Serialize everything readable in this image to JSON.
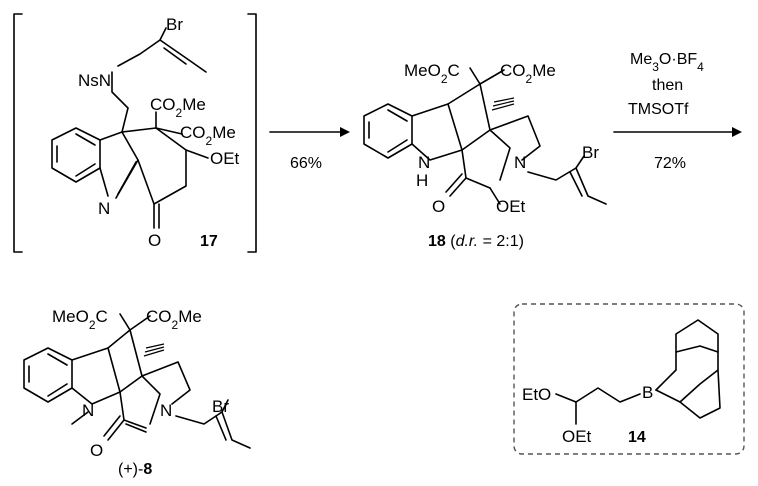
{
  "colors": {
    "ink": "#000000",
    "background": "#ffffff",
    "box_border": "#555555"
  },
  "compound17": {
    "label": "17",
    "atoms": {
      "br": "Br",
      "ns_n": "NsN",
      "co2me_1": "CO2Me",
      "co2me_2": "CO2Me",
      "oet": "OEt",
      "n": "N",
      "o": "O"
    }
  },
  "step1": {
    "yield": "66%"
  },
  "compound18": {
    "label": "18",
    "dr_text": "d.r.",
    "dr_value": "= 2:1",
    "atoms": {
      "meo2c": "MeO2C",
      "co2me": "CO2Me",
      "br": "Br",
      "n1": "N",
      "h": "H",
      "n2": "N",
      "o": "O",
      "oet": "OEt"
    }
  },
  "step2": {
    "reagent1": "Me3O·BF4",
    "reagent2": "then",
    "reagent3": "TMSOTf",
    "yield": "72%"
  },
  "compound8": {
    "label_prefix": "(+)-",
    "label": "8",
    "atoms": {
      "meo2c": "MeO2C",
      "co2me": "CO2Me",
      "br": "Br",
      "n1": "N",
      "n2": "N",
      "o": "O"
    }
  },
  "compound14": {
    "label": "14",
    "atoms": {
      "eto": "EtO",
      "oet": "OEt",
      "b": "B"
    }
  }
}
